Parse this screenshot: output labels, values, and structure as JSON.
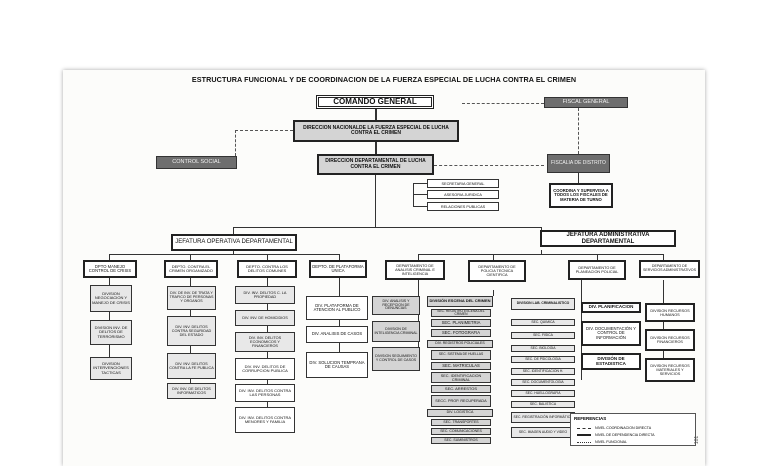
{
  "title": "ESTRUCTURA FUNCIONAL Y DE COORDINACION DE LA FUERZA ESPECIAL DE LUCHA CONTRA EL CRIMEN",
  "top": {
    "comando": "COMANDO GENERAL",
    "fiscal": "FISCAL GENERAL",
    "direccion_nacional": "DIRECCION NACIONALDE LA FUERZA ESPECIAL DE LUCHA CONTRA EL CRIMEN",
    "control_social": "CONTROL SOCIAL",
    "direccion_departamental": "DIRECCION DEPARTAMENTAL DE LUCHA CONTRA EL CRIMEN",
    "fiscalia": "FISCALIA DE DISTRITO",
    "coordina": "COORDINA Y SUPERVISA A TODOS LOS FISCALES DE MATERIA DE TURNO"
  },
  "staff": [
    "SECRETARIA GENERAL",
    "ASESORIA JURIDICA",
    "RELACIONES PUBLICAS"
  ],
  "jefaturas": {
    "operativa": "JEFATURA OPERATIVA DEPARTAMENTAL",
    "administrativa": "JEFATURA ADMINISTRATIVA DEPARTAMENTAL"
  },
  "departments": [
    "DPTO MANEJO CONTROL DE CRISIS",
    "DEPTO. CONTRA EL CRIMEN ORGANIZADO",
    "DEPTO. CONTRA LOS DELITOS COMUNES",
    "DEPTO. DE PLATAFORMA UNICA",
    "DEPARTAMENTO DE ANALISIS CRIMINAL E INTELIGENCIA",
    "DEPARTAMENTO DE POLICIA TECNICA CIENTIFICA",
    "DEPARTAMENTO DE PLANEACION POLICIAL",
    "DEPARTAMENTO DE SERVICIOS ADMINISTRATIVOS"
  ],
  "col1": [
    "DIVISION NEGOCIACION Y MANEJO DE CRISIS",
    "DIVISION INV. DE DELITOS DE TERRORISMO",
    "DIVISION INTERVENCIONES TACTICAS"
  ],
  "col2": [
    "DIV. DE INV. DE TRATA Y TRAFICO DE PERSONAS Y ORGANOS",
    "DIV. INV. DELITOS CONTRA SEGURIDAD DEL ESTADO",
    "DIV. INV. DELITOS CONTRA LA FE PUBLICA",
    "DIV. INV. DE DELITOS INFORMATICOS"
  ],
  "col3": [
    "DIV. INV. DELITOS C. LA PROPIEDAD",
    "DIV. INV. DE HOMICIDIOS",
    "DIV. INV. DELITOS ECONOMICOS Y FINANCIEROS",
    "DIV. INV. DELITOS DE CORRUPCION PUBLICA",
    "DIV. INV. DELITOS CONTRA LAS PERSONAS",
    "DIV. INV. DELITOS CONTRA MENORES Y FAMILIA"
  ],
  "col4": [
    "DIV. PLATAFORMA DE ATENCION AL PUBLICO",
    "DIV. ANALISIS DE CASOS",
    "DIV. SOLUCION TEMPRANA DE CAUSAS"
  ],
  "col5": [
    "DIV. ANALISIS Y RECEPCION DE DENUNCIAS",
    "DIVISION DE INTELIGENCIA CRIMINAL",
    "DIVISION SEGUIMIENTO Y CONTROL DE CASOS"
  ],
  "col6": [
    "DIVISIÓN ESCENA DEL CRIMEN",
    "SEC. REGISTRO ESCENA DEL CRIMEN",
    "SEC. PLANIMETRIA",
    "SEC. FOTOGRAFIA",
    "DIV. REGISTROS POLICIALES",
    "SEC. SISTEMA DE HUELLAS",
    "SEC. MATRICULAS",
    "SEC. IDENTIFICACION CRIMINAL",
    "SEC. ARRESTOS",
    "SECC. PROP. RECUPERADA",
    "DIV. LOGISTICA",
    "SEC. TRANSPORTES",
    "SEC. COMUNICACIONES",
    "SEC. SUMINISTROS"
  ],
  "col7": [
    "DIVISION LAB. CRIMINALISTICO",
    "SEC. QUIMICA",
    "SEC. FISICA",
    "SEC. BIOLOGIA",
    "SEC. DE PSICOLOGIA",
    "SEC. IDENTIFICACION H.",
    "SEC. DOCUMENTOLOGIA",
    "SEC. HUELLOGRAFIA",
    "SEC. BALISTICA",
    "SEC. REGISTRACIÓN INFORMÁTICA",
    "SEC. IMAGEN AUDIO Y VIDEO"
  ],
  "col8": [
    "DIV. PLANIFICACION",
    "DIV. DOCUMENTACIÓN Y CONTROL DE INFORMACIÓN",
    "DIVISIÓN DE ESTADISTICA"
  ],
  "col9": [
    "DIVISION RECURSOS HUMANOS",
    "DIVISION RECURSOS FINANCIEROS",
    "DIVISION RECURSOS MATERIALES Y SERVICIOS"
  ],
  "legend": {
    "title": "REFERENCIAS",
    "items": [
      "NIVEL COORDINACION DIRECTA",
      "NIVEL DE DEPENDENCIA DIRECTA",
      "NIVEL FUNCIONAL"
    ]
  },
  "page_number": "101"
}
